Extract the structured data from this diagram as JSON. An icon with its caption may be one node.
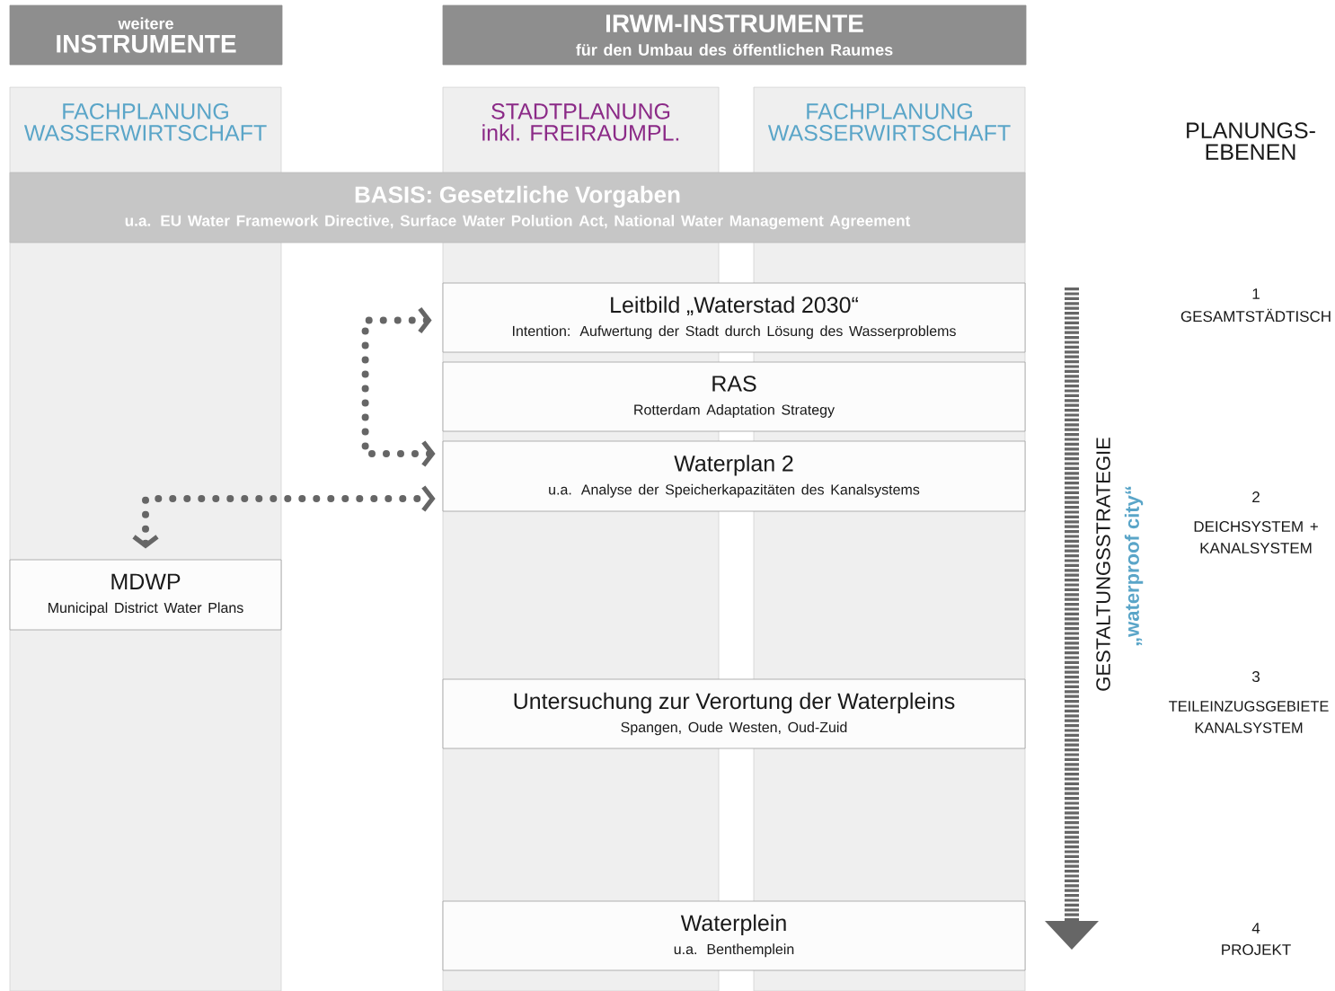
{
  "diagram": {
    "nodes": [
      {
        "text": [
          "weitere",
          "INSTRUMENTE"
        ]
      },
      {
        "text": [
          "IRWM-INSTRUMENTE",
          "für den Umbau des öffentlichen Raumes"
        ]
      },
      {
        "text": [
          "FACHPLANUNG WASSERWIRTSCHAFT"
        ]
      },
      {
        "text": [
          "STADTPLANUNG inkl. FREIRAUMPL."
        ]
      },
      {
        "text": [
          "FACHPLANUNG WASSERWIRTSCHAFT"
        ]
      },
      {
        "text": [
          "BASIS: Gesetzliche Vorgaben",
          "u.a. EU Water Framework Directive, Surface Water Polution Act, National Water Management Agreement"
        ]
      },
      {
        "text": [
          "Leitbild „Waterstad 2030“",
          "Intention: Aufwertung der Stadt durch Lösung des Wasserproblems"
        ]
      },
      {
        "text": [
          "RAS",
          "Rotterdam Adaptation Strategy"
        ]
      },
      {
        "text": [
          "Waterplan 2",
          "u.a. Analyse der Speicherkapazitäten des Kanalsystems"
        ]
      },
      {
        "text": [
          "MDWP",
          "Municipal District Water Plans"
        ],
        "in": 2
      },
      {
        "text": [
          "Untersuchung zur Verortung der Waterpleins",
          "Spangen, Oude Westen, Oud-Zuid"
        ]
      },
      {
        "text": [
          "Waterplein",
          "u.a. Benthemplein"
        ]
      }
    ],
    "edges": [
      {
        "from": 6,
        "to": 8,
        "arrow": "both"
      },
      {
        "from": 9,
        "to": 8,
        "arrow": "both"
      }
    ],
    "labels": [
      "PLANUNGS- EBENEN",
      "1",
      "GESAMTSTÄDTISCH",
      "2",
      "DEICHSYSTEM + KANALSYSTEM",
      "GESTALTUNGSSTRATEGIE",
      "„waterproof city“",
      "3",
      "TEILEINZUGSGEBIETE KANALSYSTEM",
      "4",
      "PROJEKT"
    ]
  }
}
